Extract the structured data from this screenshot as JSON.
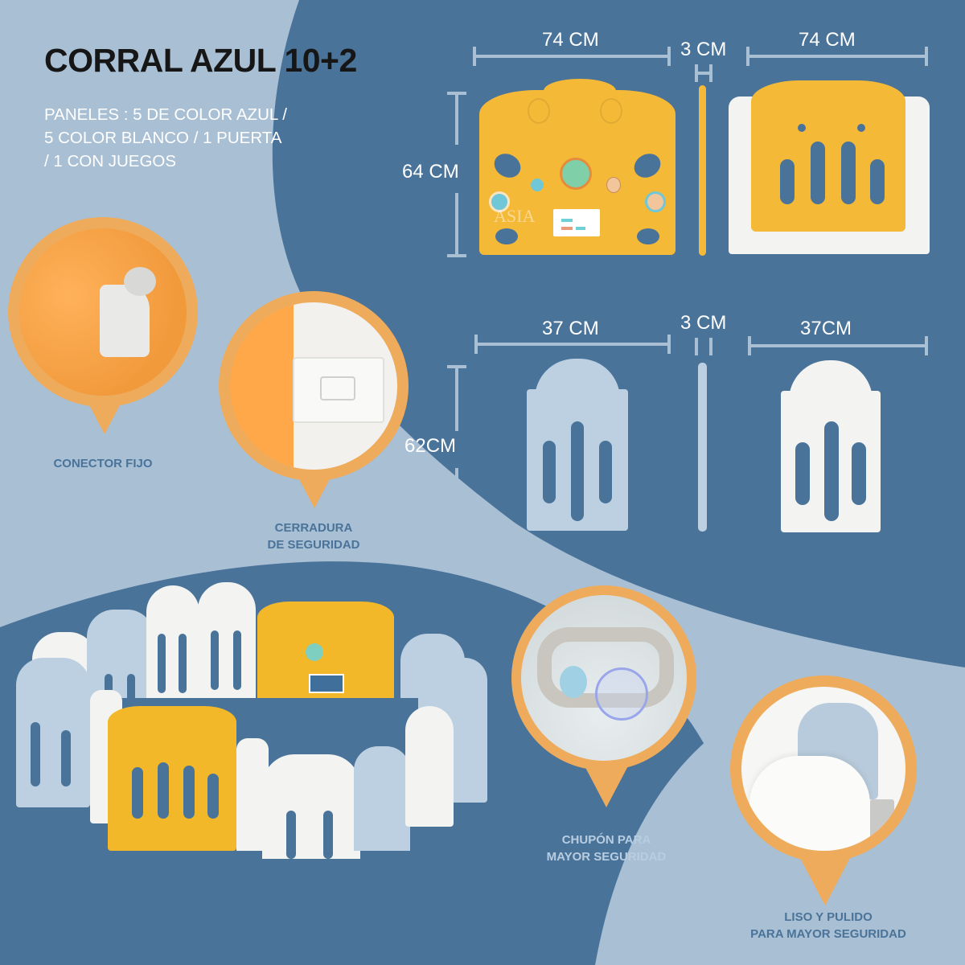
{
  "header": {
    "title": "CORRAL AZUL 10+2",
    "subtitle_lines": [
      "PANELES : 5 DE COLOR AZUL /",
      "5 COLOR BLANCO / 1 PUERTA",
      "/ 1 CON JUEGOS"
    ]
  },
  "colors": {
    "background_light": "#a9bfd4",
    "background_dark": "#4a739a",
    "accent_orange": "#eeab5b",
    "panel_yellow": "#f5b938",
    "panel_white": "#f3f3f1",
    "panel_blue": "#bcd0e2",
    "title_text": "#161616"
  },
  "dimensions": {
    "large_row": {
      "left_width": "74 CM",
      "gap": "3 CM",
      "right_width": "74 CM",
      "height": "64 CM"
    },
    "small_row": {
      "left_width": "37 CM",
      "gap": "3 CM",
      "right_width": "37CM",
      "height": "62CM"
    }
  },
  "callouts": [
    {
      "id": "conector",
      "label_lines": [
        "CONECTOR FIJO"
      ]
    },
    {
      "id": "cerradura",
      "label_lines": [
        "CERRADURA",
        "DE SEGURIDAD"
      ]
    },
    {
      "id": "chupon",
      "label_lines": [
        "CHUPÓN PARA",
        "MAYOR SEGURIDAD"
      ]
    },
    {
      "id": "liso",
      "label_lines": [
        "LISO Y PULIDO",
        "PARA MAYOR SEGURIDAD"
      ]
    }
  ],
  "watermark": "ASIA"
}
